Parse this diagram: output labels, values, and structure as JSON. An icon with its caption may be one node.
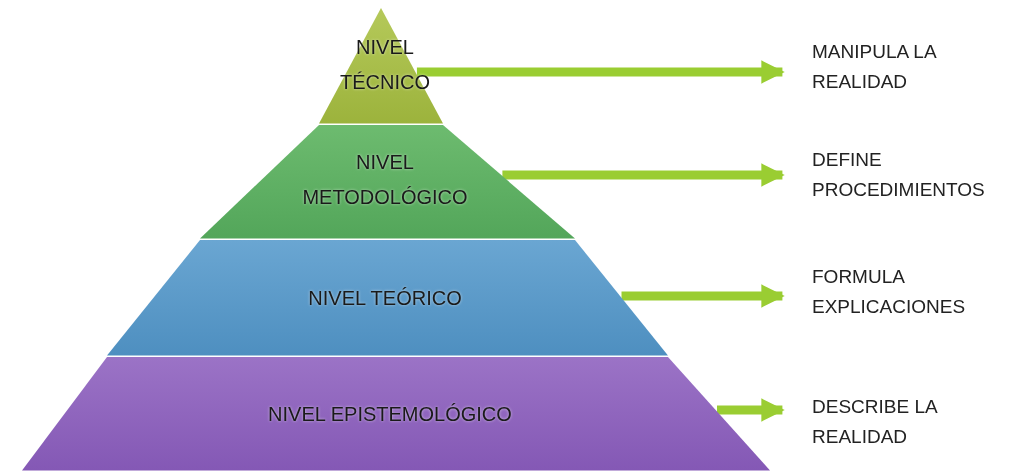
{
  "diagram": {
    "nodes": [
      {
        "text": [
          "NIVEL TÉCNICO"
        ]
      },
      {
        "text": [
          "NIVEL METODOLÓGICO"
        ]
      },
      {
        "text": [
          "NIVEL TEÓRICO"
        ]
      },
      {
        "text": [
          "NIVEL EPISTEMOLÓGICO"
        ]
      },
      {
        "text": [
          "MANIPULA LA REALIDAD"
        ]
      },
      {
        "text": [
          "DEFINE PROCEDIMIENTOS"
        ]
      },
      {
        "text": [
          "FORMULA EXPLICACIONES"
        ]
      },
      {
        "text": [
          "DESCRIBE LA REALIDAD"
        ]
      }
    ],
    "edges": [
      {
        "from": 0,
        "to": 4,
        "arrow": "to"
      },
      {
        "from": 1,
        "to": 5,
        "arrow": "to"
      },
      {
        "from": 2,
        "to": 6,
        "arrow": "to"
      },
      {
        "from": 3,
        "to": 7,
        "arrow": "to"
      }
    ]
  }
}
